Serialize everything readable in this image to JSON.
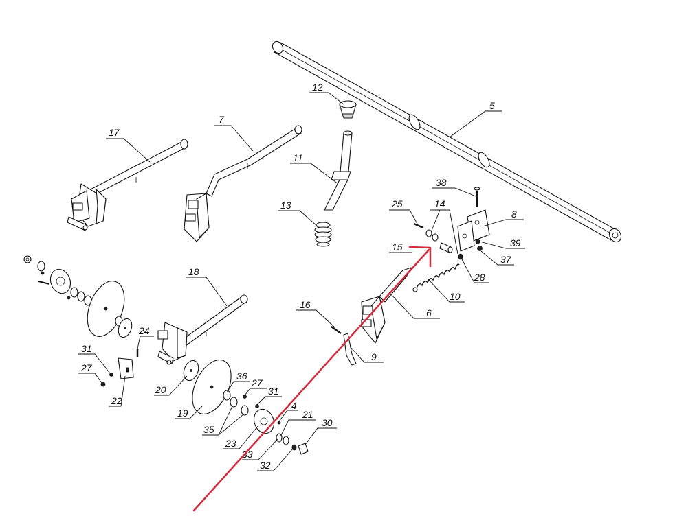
{
  "callouts": [
    {
      "id": "c5",
      "text": "5"
    },
    {
      "id": "c12",
      "text": "12"
    },
    {
      "id": "c11",
      "text": "11"
    },
    {
      "id": "c13",
      "text": "13"
    },
    {
      "id": "c17",
      "text": "17"
    },
    {
      "id": "c7",
      "text": "7"
    },
    {
      "id": "c38",
      "text": "38"
    },
    {
      "id": "c25",
      "text": "25"
    },
    {
      "id": "c14",
      "text": "14"
    },
    {
      "id": "c8",
      "text": "8"
    },
    {
      "id": "c15",
      "text": "15"
    },
    {
      "id": "c39",
      "text": "39"
    },
    {
      "id": "c37",
      "text": "37"
    },
    {
      "id": "c28",
      "text": "28"
    },
    {
      "id": "c10",
      "text": "10"
    },
    {
      "id": "c18",
      "text": "18"
    },
    {
      "id": "c16",
      "text": "16"
    },
    {
      "id": "c6",
      "text": "6"
    },
    {
      "id": "c9",
      "text": "9"
    },
    {
      "id": "c24",
      "text": "24"
    },
    {
      "id": "c31a",
      "text": "31"
    },
    {
      "id": "c27a",
      "text": "27"
    },
    {
      "id": "c22",
      "text": "22"
    },
    {
      "id": "c20",
      "text": "20"
    },
    {
      "id": "c36",
      "text": "36"
    },
    {
      "id": "c27b",
      "text": "27"
    },
    {
      "id": "c31b",
      "text": "31"
    },
    {
      "id": "c19",
      "text": "19"
    },
    {
      "id": "c35",
      "text": "35"
    },
    {
      "id": "c4",
      "text": "4"
    },
    {
      "id": "c21",
      "text": "21"
    },
    {
      "id": "c30",
      "text": "30"
    },
    {
      "id": "c23",
      "text": "23"
    },
    {
      "id": "c33",
      "text": "33"
    },
    {
      "id": "c32",
      "text": "32"
    }
  ],
  "colors": {
    "line": "#111111",
    "annotation_arrow": "#d42a3a",
    "background": "#ffffff"
  }
}
